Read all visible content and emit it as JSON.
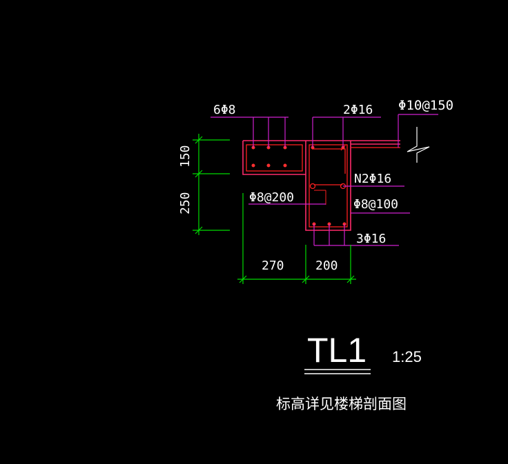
{
  "colors": {
    "background": "#000000",
    "leader": "#d020d0",
    "outline": "#ff2a6a",
    "rebar": "#ff2020",
    "dimension": "#00dd00",
    "text": "#ffffff"
  },
  "labels": {
    "top_bars_left": "6Φ8",
    "top_bars_right": "2Φ16",
    "slab_rebar": "Φ10@150",
    "waist_bars": "N2Φ16",
    "left_stirrup": "Φ8@200",
    "right_stirrup": "Φ8@100",
    "bottom_bars": "3Φ16"
  },
  "dimensions": {
    "height_top": "150",
    "height_bottom": "250",
    "width_left": "270",
    "width_right": "200"
  },
  "title": {
    "name": "TL1",
    "scale": "1:25",
    "note": "标高详见楼梯剖面图"
  }
}
